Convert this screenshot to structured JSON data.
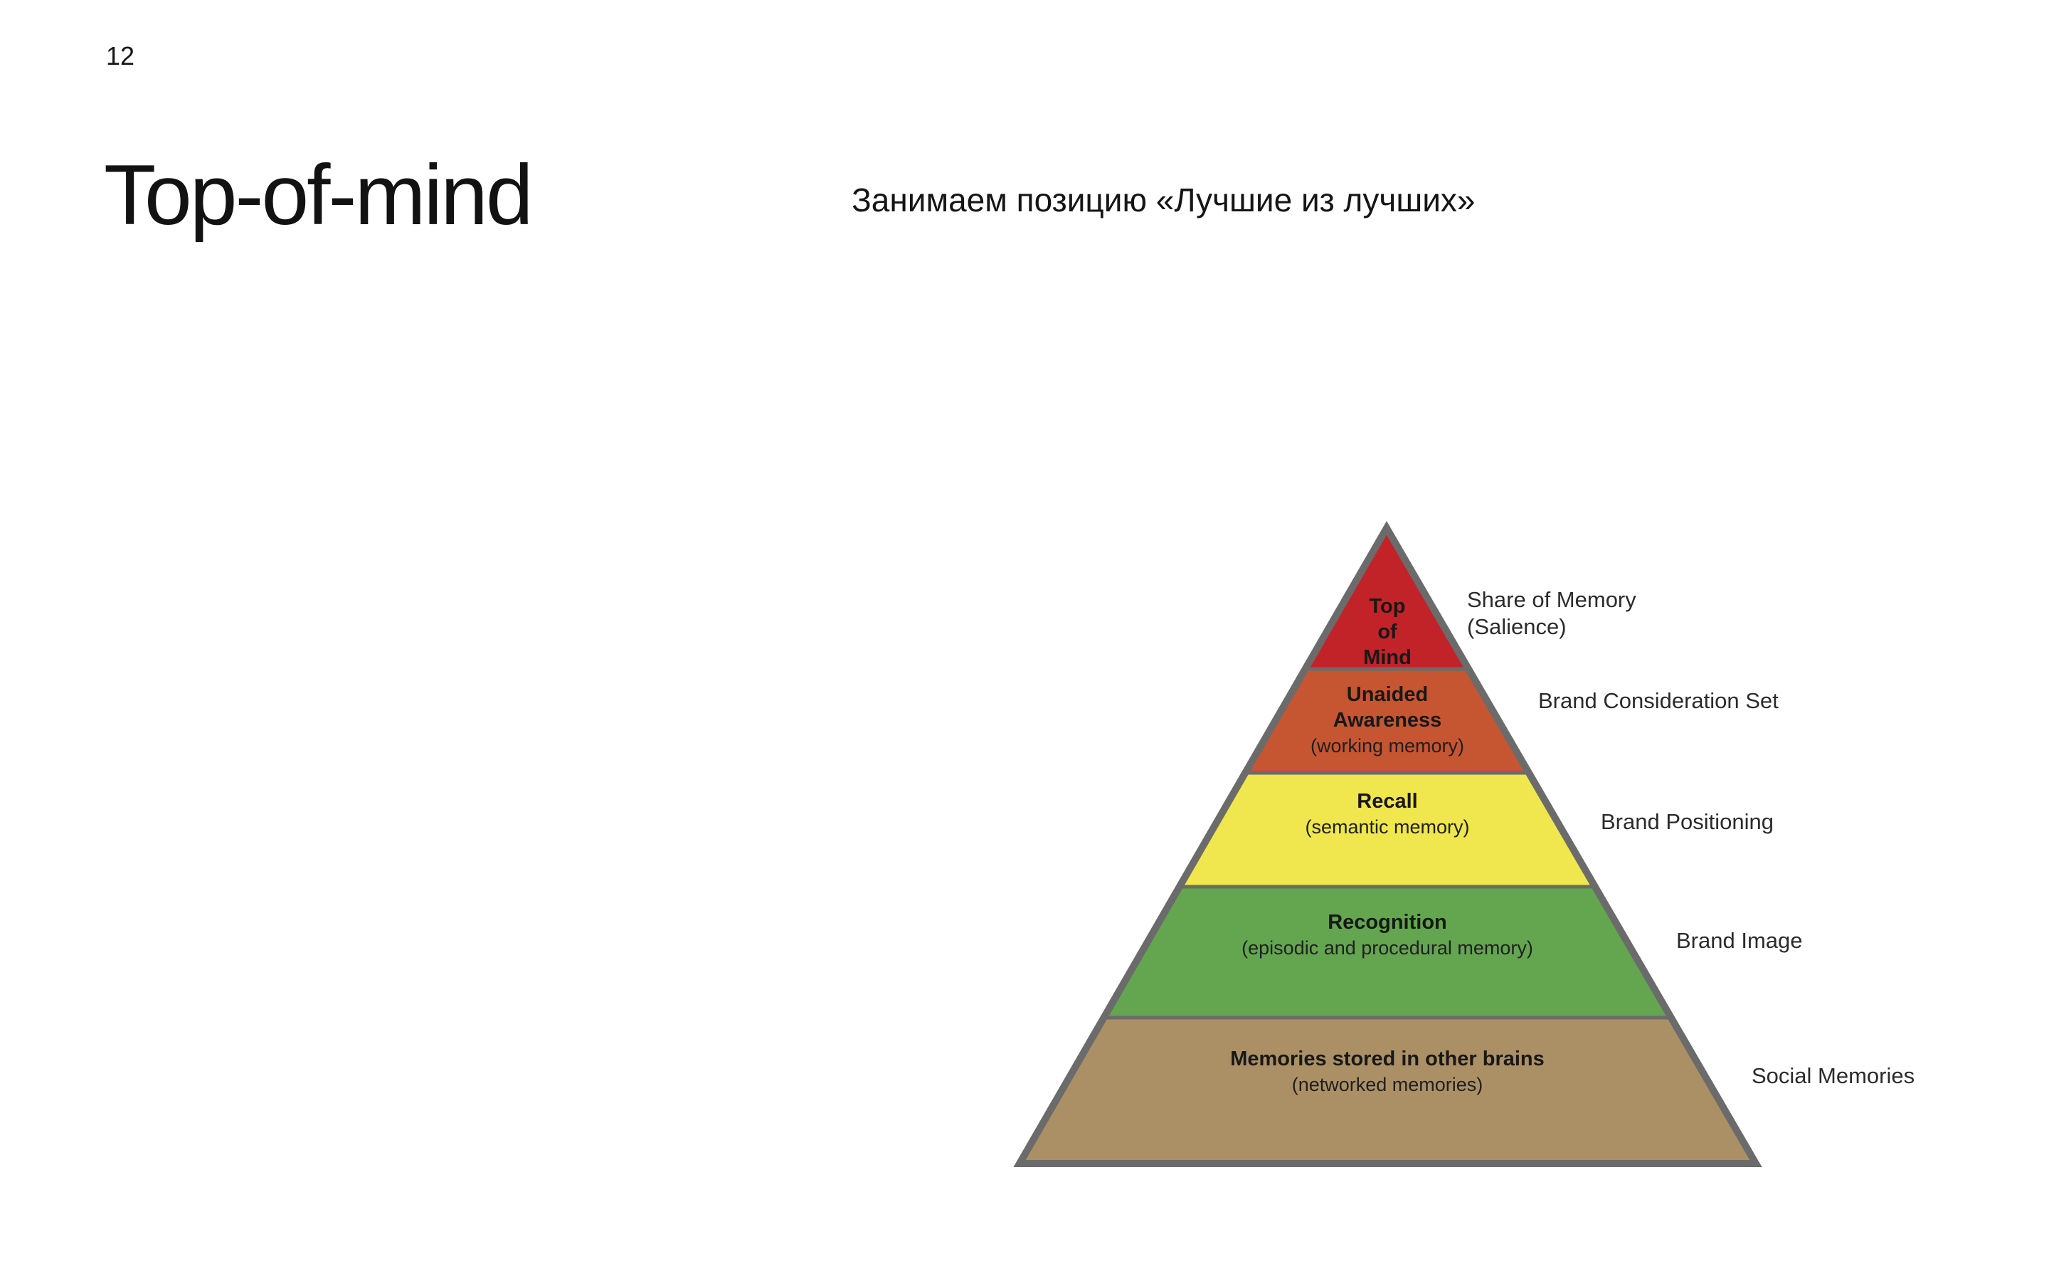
{
  "page": {
    "number": "12",
    "title": "Top-of-mind",
    "subtitle": "Занимаем позицию «Лучшие из лучших»"
  },
  "colors": {
    "background": "#ffffff",
    "title_text": "#121212",
    "pyramid_border": "#6b6b6b",
    "band_text": "#181818",
    "side_label_text": "#2b2b2b"
  },
  "pyramid": {
    "type": "pyramid-hierarchy",
    "levels": [
      {
        "id": "top-of-mind",
        "title_lines": [
          "Top",
          "of",
          "Mind"
        ],
        "subtitle": "",
        "fill": "#c22329",
        "right_label_lines": [
          "Share of Memory",
          "(Salience)"
        ]
      },
      {
        "id": "unaided-awareness",
        "title_lines": [
          "Unaided",
          "Awareness"
        ],
        "subtitle": "(working memory)",
        "fill": "#c65532",
        "right_label_lines": [
          "Brand Consideration Set"
        ]
      },
      {
        "id": "recall",
        "title_lines": [
          "Recall"
        ],
        "subtitle": "(semantic memory)",
        "fill": "#efe74d",
        "right_label_lines": [
          "Brand Positioning"
        ]
      },
      {
        "id": "recognition",
        "title_lines": [
          "Recognition"
        ],
        "subtitle": "(episodic and procedural memory)",
        "fill": "#63a64f",
        "right_label_lines": [
          "Brand Image"
        ]
      },
      {
        "id": "memories-in-other-brains",
        "title_lines": [
          "Memories stored in other brains"
        ],
        "subtitle": "(networked memories)",
        "fill": "#ac9065",
        "right_label_lines": [
          "Social Memories"
        ]
      }
    ]
  }
}
